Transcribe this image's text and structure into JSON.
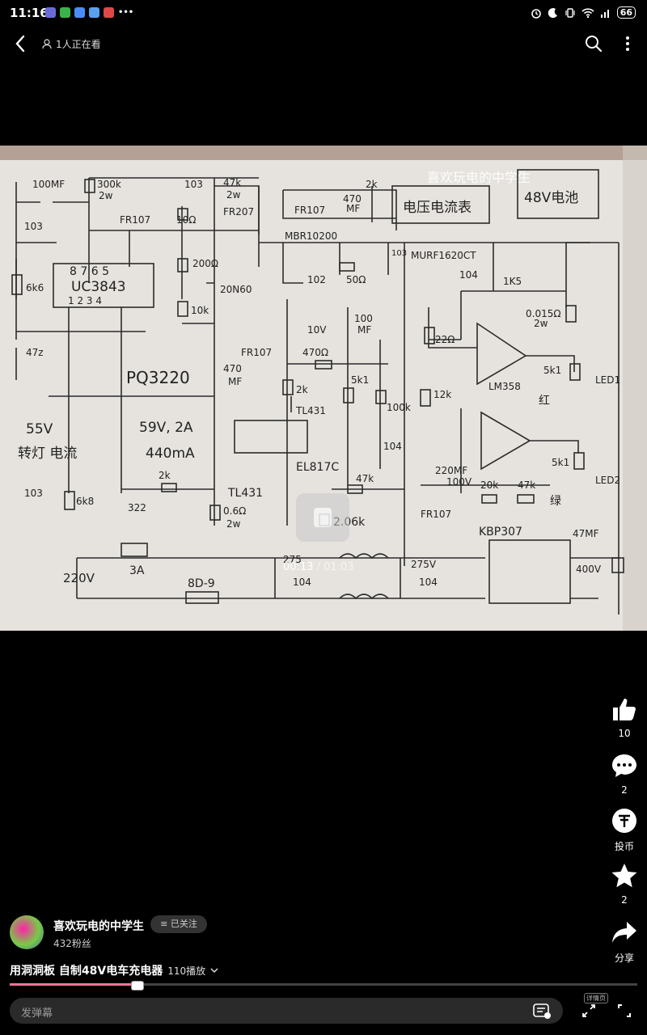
{
  "status_bar": {
    "time": "11:16",
    "battery": "66",
    "more": "•••"
  },
  "top_nav": {
    "viewers": "1人正在看"
  },
  "video": {
    "watermark": "喜欢玩电的中学生",
    "current_time": "00:13",
    "duration": "01:03",
    "progress": 0.21,
    "schematic_labels": {
      "l1": "100MF",
      "l2": "300k",
      "l3": "2w",
      "l4": "103",
      "l5": "47k",
      "l6": "2w",
      "l7": "2k",
      "l8": "FR107",
      "l9": "470",
      "l10": "MF",
      "l11": "电压电流表",
      "l12": "48V电池",
      "l13": "103",
      "l14": "FR107",
      "l15": "10Ω",
      "l16": "FR207",
      "l17": "MBR10200",
      "l18": "MURF1620CT",
      "l19": "8 7 6 5",
      "l20": "UC3843",
      "l21": "1 2 3 4",
      "l22": "200Ω",
      "l23": "20N60",
      "l24": "102",
      "l25": "50Ω",
      "l26": "103",
      "l27": "104",
      "l28": "1K5",
      "l29": "6k6",
      "l30": "10k",
      "l31": "0.015Ω",
      "l32": "2w",
      "l33": "47z",
      "l34": "10V",
      "l35": "100",
      "l36": "MF",
      "l37": "22Ω",
      "l38": "FR107",
      "l39": "470Ω",
      "l40": "5k1",
      "l41": "LM358",
      "l42": "LED1",
      "l43": "PQ3220",
      "l44": "470",
      "l45": "MF",
      "l46": "2k",
      "l47": "5k1",
      "l48": "12k",
      "l49": "红",
      "l50": "TL431",
      "l51": "100k",
      "l52": "55V",
      "l53": "59V, 2A",
      "l54": "转灯 电流",
      "l55": "440mA",
      "l56": "EL817C",
      "l57": "104",
      "l58": "220MF",
      "l59": "100V",
      "l60": "2k",
      "l61": "47k",
      "l62": "5k1",
      "l63": "LED2",
      "l64": "103",
      "l65": "6k8",
      "l66": "322",
      "l67": "TL431",
      "l68": "0.6Ω",
      "l69": "2w",
      "l70": "2.06k",
      "l71": "FR107",
      "l72": "20k",
      "l73": "47k",
      "l74": "绿",
      "l75": "KBP307",
      "l76": "47MF",
      "l77": "220V",
      "l78": "3A",
      "l79": "275",
      "l80": "104",
      "l81": "275V",
      "l82": "104",
      "l83": "400V",
      "l84": "8D-9"
    }
  },
  "actions": {
    "like": "10",
    "comment": "2",
    "coin": "投币",
    "favorite": "2",
    "share": "分享"
  },
  "uploader": {
    "name": "喜欢玩电的中学生",
    "followers": "432粉丝",
    "follow_label": "≡ 已关注"
  },
  "video_title": "用洞洞板 自制48V电车充电器",
  "play_count": "110播放",
  "danmaku": {
    "placeholder": "发弹幕",
    "detail_badge": "详情页"
  },
  "colors": {
    "accent": "#fb7299",
    "background": "#000000",
    "paper": "#e6e3de"
  }
}
